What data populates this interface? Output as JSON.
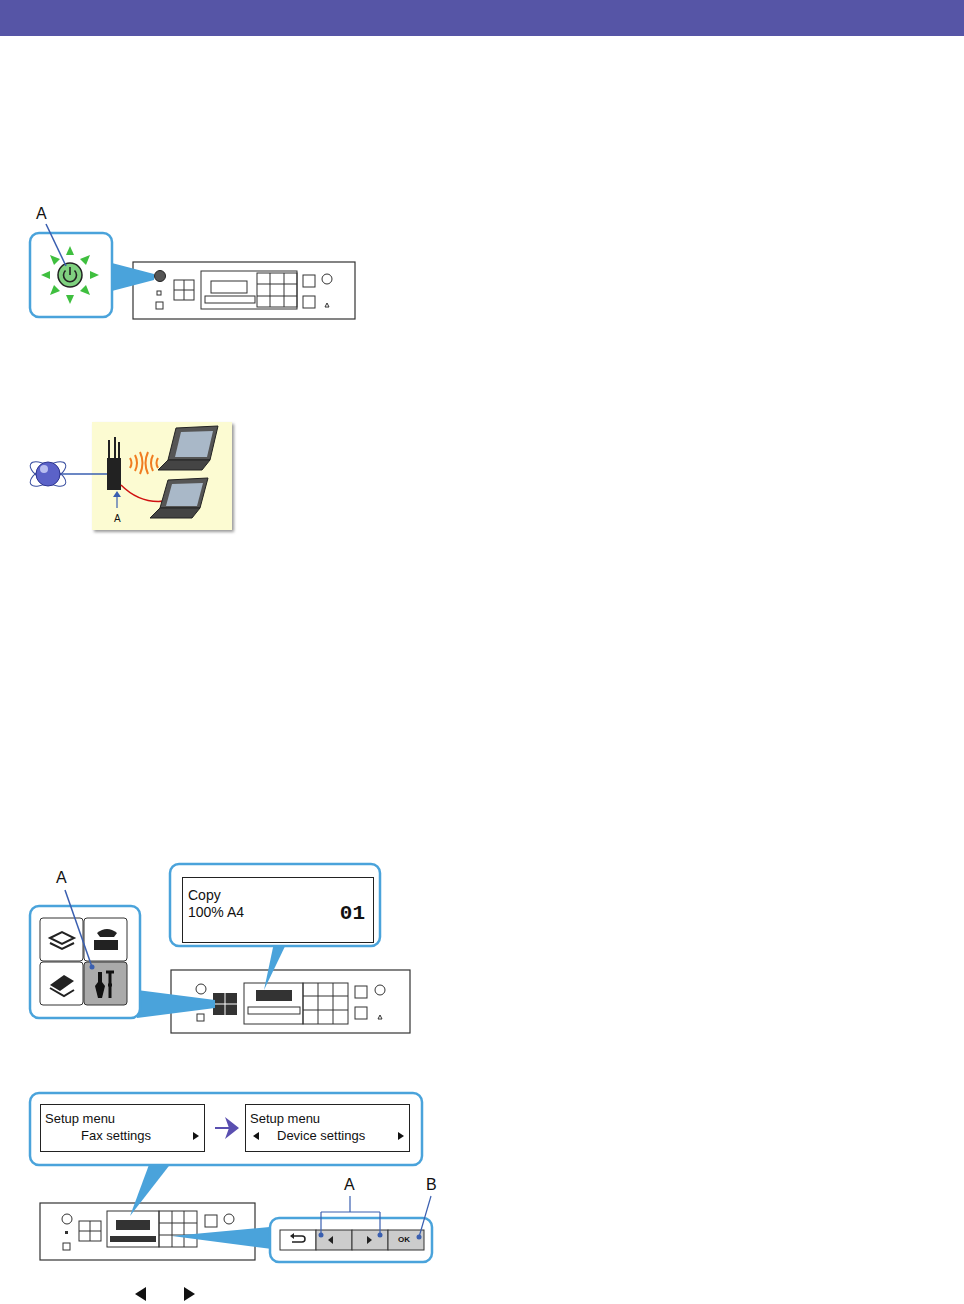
{
  "diagram": {
    "nodes": [
      {
        "text": [
          "Copy",
          "100% A4",
          "01"
        ]
      },
      {
        "text": [
          "Setup menu",
          "Fax settings"
        ]
      },
      {
        "text": [
          "Setup menu",
          "Device settings"
        ]
      }
    ],
    "edges": [
      {
        "from": 1,
        "to": 2,
        "arrow": "to"
      }
    ],
    "labels": [
      "A",
      "A",
      "A",
      "A",
      "B",
      "OK"
    ]
  }
}
